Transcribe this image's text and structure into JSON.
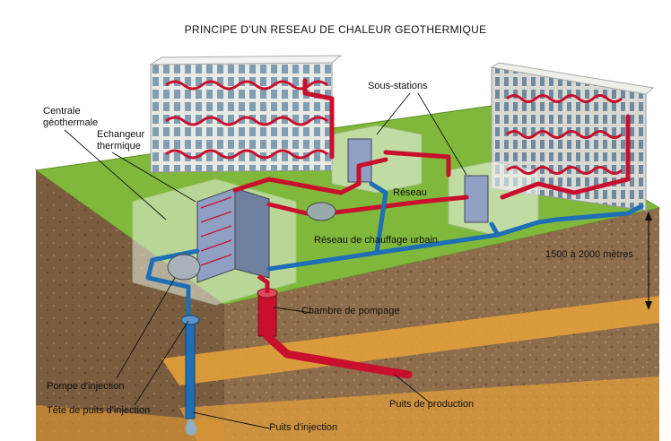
{
  "title": "PRINCIPE D'UN RESEAU DE CHALEUR GEOTHERMIQUE",
  "labels": {
    "centrale": [
      "Centrale",
      "géothermale"
    ],
    "echangeur": [
      "Echangeur",
      "thermique"
    ],
    "sous_stations": "Sous-stations",
    "reseau": "Réseau",
    "reseau_chauffage": "Réseau de chauffage urbain",
    "profondeur": "1500 à 2000 mètres",
    "chambre": "Chambre de pompage",
    "pompe": "Pompe d'injection",
    "tete_puits": "Tête de puits d'injection",
    "puits_injection": "Puits d'injection",
    "puits_production": "Puits de production"
  },
  "colors": {
    "hot": "#c8102e",
    "cold": "#1e6fb5",
    "grass": "#7fb83a",
    "soil": "#8a6a4a",
    "aquifer": "#e8a33a"
  }
}
